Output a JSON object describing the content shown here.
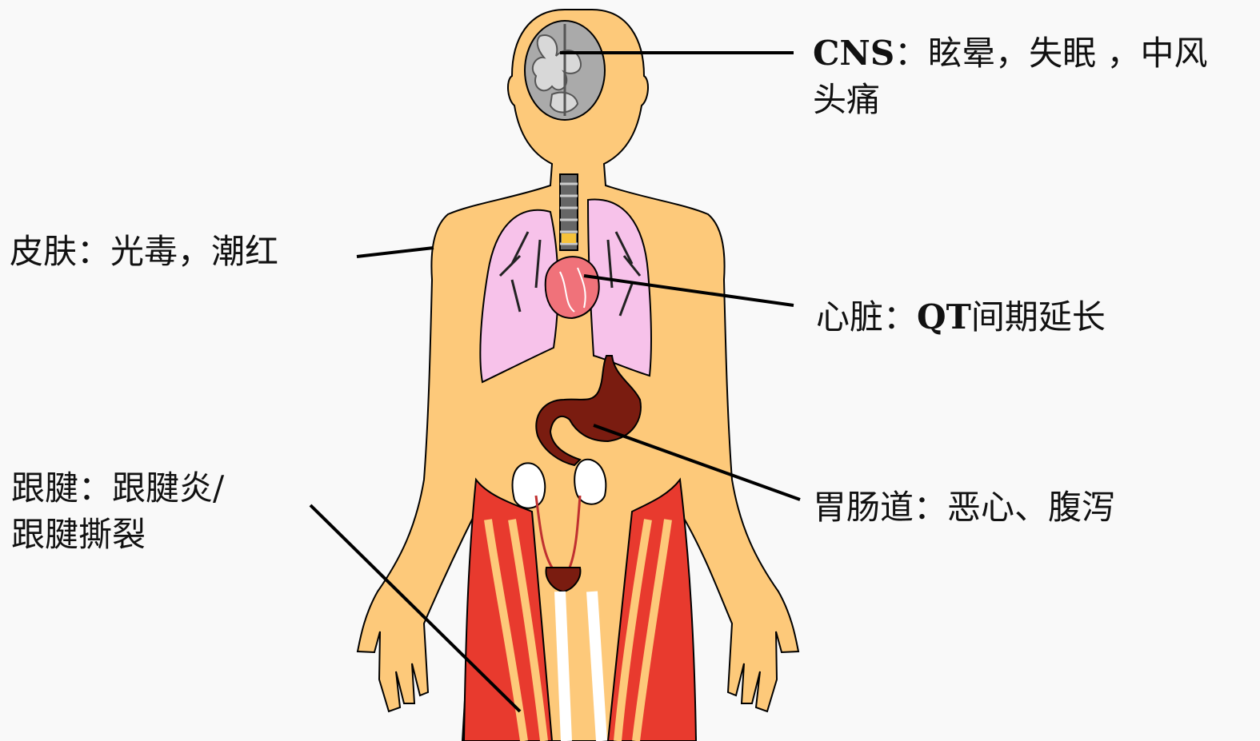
{
  "labels": {
    "cns": {
      "prefix": "CNS",
      "line1": "：眩晕，失眠 ，中风",
      "line2": "头痛"
    },
    "skin": {
      "text": "皮肤：光毒，潮红"
    },
    "heart": {
      "prefix": "心脏：",
      "bold": "QT",
      "suffix": "间期延长"
    },
    "gi": {
      "text": "胃肠道：恶心、腹泻"
    },
    "tendon": {
      "line1": "跟腱：跟腱炎/",
      "line2": "跟腱撕裂"
    }
  },
  "colors": {
    "background": "#f9f9f9",
    "skin": "#fdc97a",
    "outline": "#000000",
    "brain": "#aaaaaa",
    "lungs": "#f7c2ea",
    "heart": "#f0727a",
    "stomach": "#7a1c10",
    "muscle": "#e83a2e",
    "kidney": "#ffffff",
    "spine": "#666666"
  }
}
